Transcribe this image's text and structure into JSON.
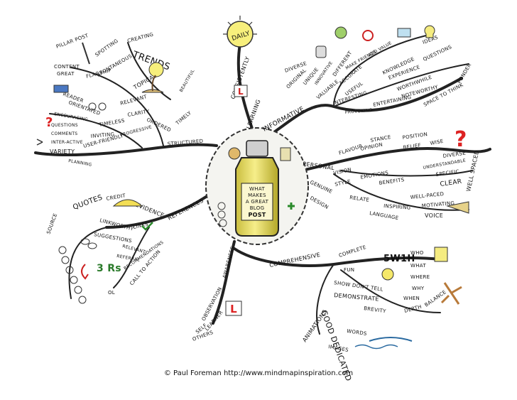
{
  "center": {
    "lines": [
      "WHAT",
      "MAKES",
      "A GREAT",
      "BLOG",
      "POST"
    ],
    "bottle_color": "#f2ea7a",
    "cap_color": "#cfcfcf"
  },
  "credit": "© Paul Foreman http://www.mindmapinspiration.com",
  "branches": [
    {
      "id": "daily",
      "words": [
        "CONSISTENTLY",
        "LEARNING",
        "DAILY"
      ],
      "color": "#2a2a2a"
    },
    {
      "id": "informative",
      "words": [
        "INFORMATIVE",
        "DIVERSE",
        "ORIGINAL",
        "UNIQUE",
        "DIFFERENT",
        "INNOVATIVE",
        "MAKE FRIENDS",
        "ADD VALUE",
        "VALUABLE",
        "USEFUL",
        "ACCURATE",
        "KNOWLEDGE",
        "EXPERIENCE",
        "QUESTIONS",
        "INTERESTING",
        "WORTHWHILE",
        "NOTEWORTHY",
        "ENTERTAINING",
        "PROVOKING",
        "SPACE TO THINK",
        "PONDER",
        "IDEAS"
      ],
      "color": "#2a2a2a"
    },
    {
      "id": "personal",
      "words": [
        "PERSONAL",
        "FLAVOUR",
        "STANCE",
        "POSITION",
        "OPINION",
        "BELIEF",
        "WISE",
        "VISION",
        "DIVERSE",
        "STYLE",
        "EMOTIONS",
        "UNDERSTANDABLE",
        "GENUINE",
        "BENEFITS",
        "SPECIFIC",
        "CLEAR",
        "RELATE",
        "WELL-PACED",
        "DESIGN",
        "INSPIRING",
        "MOTIVATING",
        "LANGUAGE",
        "VOICE",
        "WELL SPACED"
      ],
      "color": "#2a2a2a"
    },
    {
      "id": "comprehensive",
      "words": [
        "COMPREHENSIVE",
        "COMPLETE",
        "5W1H",
        "WHO",
        "WHAT",
        "WHERE",
        "WHY",
        "WHEN",
        "FUN",
        "SHOW DON'T TELL",
        "DEMONSTRATE",
        "BREVITY",
        "DEPTH",
        "BALANCE",
        "GOOD DEDICATED",
        "ANIMATIONS",
        "WORDS",
        "IMAGES"
      ],
      "color": "#2a2a2a"
    },
    {
      "id": "observation",
      "words": [
        "OBSERVATION",
        "AWARENESS",
        "SELF",
        "OTHERS",
        "LEARNER"
      ],
      "color": "#2a2a2a"
    },
    {
      "id": "references",
      "words": [
        "REFERENCES",
        "EVIDENCE",
        "QUOTES",
        "CREDIT",
        "SOURCE",
        "LINKWORTHY",
        "LINKS",
        "SUGGESTIONS",
        "RELEVANT",
        "REFERRAL",
        "RECOMMENDATIONS",
        "CALL TO ACTION",
        "3 Rs",
        "OL"
      ],
      "color": "#2a2a2a"
    },
    {
      "id": "structured",
      "words": [
        "STRUCTURED",
        "SPOTTING",
        "CREATING",
        "TRENDS",
        "SPONTANEOUS",
        "PILLAR POST",
        "CONTENT",
        "GREAT",
        "FLAGSHIP",
        "TOPICAL",
        "TIMELY",
        "BEAUTIFUL",
        "RELEVANT",
        "CLARITY",
        "ORIENTATED",
        "READER",
        "ENCOURAGING",
        "TIMELESS",
        "ORDERED",
        "QUESTIONS",
        "COMMENTS",
        "INVITING",
        "PROGRESSIVE",
        "INTER-ACTIVE",
        "USER-FRIENDLY",
        "VARIETY",
        "PLANNING"
      ],
      "color": "#2a2a2a"
    }
  ]
}
